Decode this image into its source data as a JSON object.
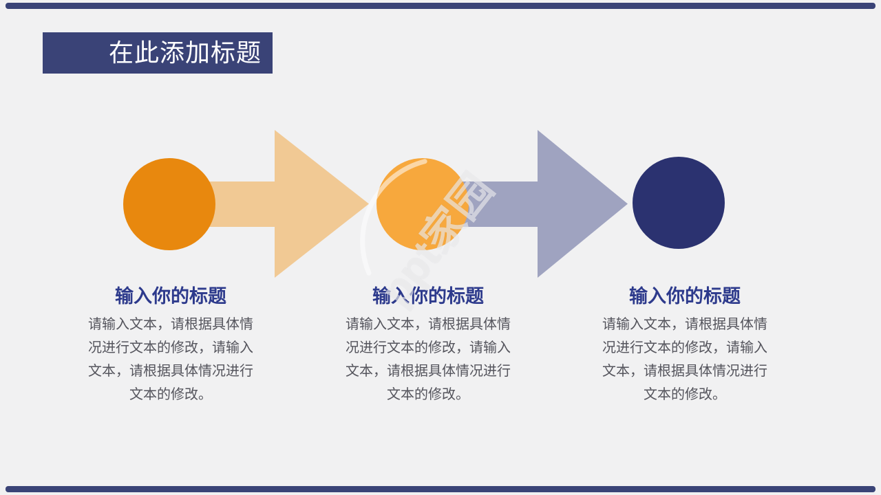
{
  "slide_title": "在此添加标题",
  "watermark": "ppt家园",
  "columns": [
    {
      "title": "输入你的标题",
      "lines": [
        "请输入文本，请根据具体情",
        "况进行文本的修改，请输入",
        "文本，请根据具体情况进行",
        "文本的修改。"
      ]
    },
    {
      "title": "输入你的标题",
      "lines": [
        "请输入文本，请根据具体情",
        "况进行文本的修改，请输入",
        "文本，请根据具体情况进行",
        "文本的修改。"
      ]
    },
    {
      "title": "输入你的标题",
      "lines": [
        "请输入文本，请根据具体情",
        "况进行文本的修改，请输入",
        "文本，请根据具体情况进行",
        "文本的修改。"
      ]
    }
  ],
  "colors": {
    "background": "#f1f1f2",
    "accent_navy": "#3a4377",
    "title_text": "#ffffff",
    "circle_1_orange": "#e8880e",
    "circle_2_amber": "#f7a83d",
    "circle_3_navy": "#2b3270",
    "arrow_1_tan": "#f1c994",
    "arrow_2_purple_gray": "#9fa3c0",
    "column_title_blue": "#2d3a8c",
    "body_text_gray": "#54545c"
  }
}
